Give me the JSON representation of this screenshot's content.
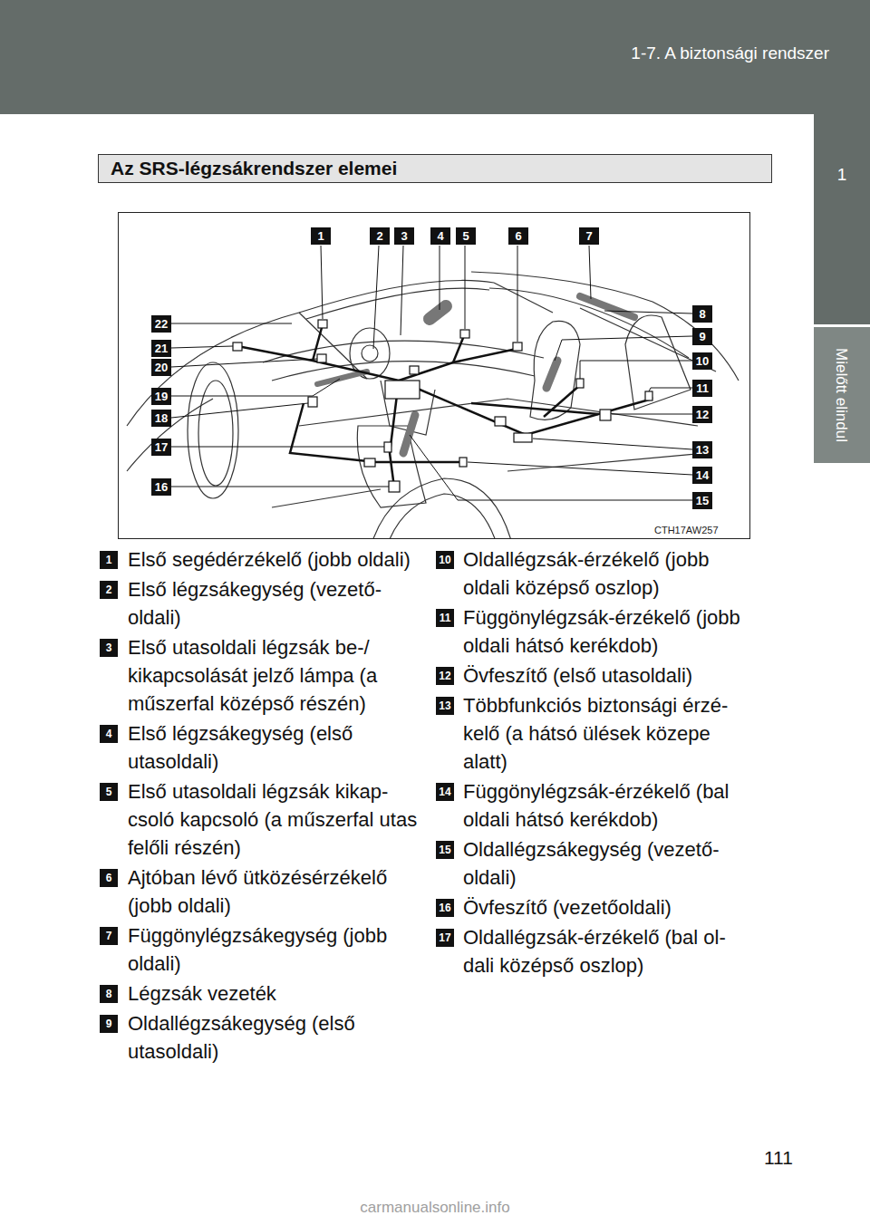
{
  "diagram": {
    "title": "Az SRS-légzsákrendszer elemei",
    "labels": [
      "1-7. A biztonsági rendszer",
      "1",
      "Mielőtt elindul",
      "1",
      "2",
      "3",
      "4",
      "5",
      "6",
      "7",
      "8",
      "9",
      "10",
      "11",
      "12",
      "13",
      "14",
      "15",
      "16",
      "17",
      "18",
      "19",
      "20",
      "21",
      "22",
      "CTH17AW257",
      "1",
      "Első segédérzékelő (jobb oldali)",
      "2",
      "Első légzsákegység (vezető- oldali)",
      "3",
      "Első utasoldali légzsák be-/ kikapcsolását jelző lámpa (a műszerfal középső részén)",
      "4",
      "Első légzsákegység (első utasoldali)",
      "5",
      "Első utasoldali légzsák kikap- csoló kapcsoló (a műszerfal utas felőli részén)",
      "6",
      "Ajtóban lévő ütközésérzékelő (jobb oldali)",
      "7",
      "Függönylégzsákegység (jobb oldali)",
      "8",
      "Légzsák vezeték",
      "9",
      "Oldallégzsákegység (első utasoldali)",
      "10",
      "Oldallégzsák-érzékelő (jobb oldali középső oszlop)",
      "11",
      "Függönylégzsák-érzékelő (jobb oldali hátsó kerékdob)",
      "12",
      "Övfeszítő (első utasoldali)",
      "13",
      "Többfunkciós biztonsági érzé- kelő (a hátsó ülések közepe alatt)",
      "14",
      "Függönylégzsák-érzékelő (bal oldali hátsó kerékdob)",
      "15",
      "Oldallégzsákegység (vezető- oldali)",
      "16",
      "Övfeszítő (vezetőoldali)",
      "17",
      "Oldallégzsák-érzékelő (bal ol- dali középső oszlop)",
      "111",
      "carmanualsonline.info"
    ]
  }
}
